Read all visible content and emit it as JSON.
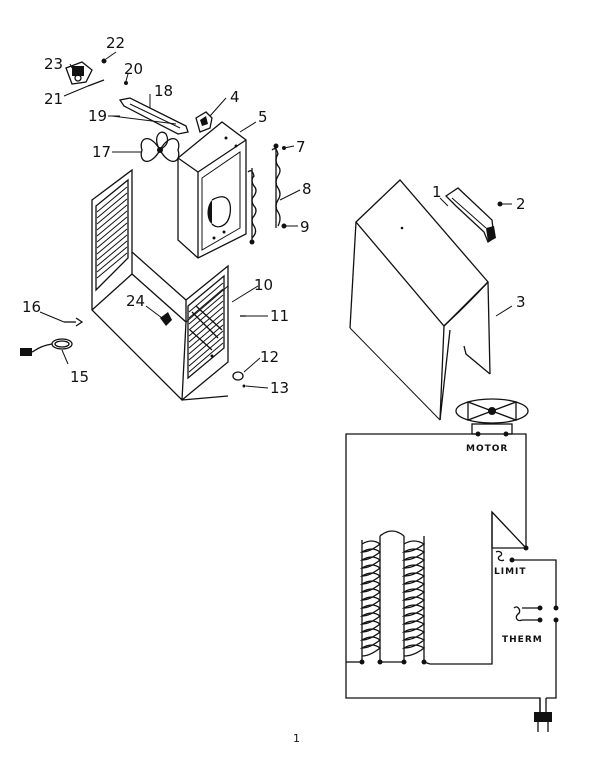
{
  "callouts": {
    "c1": "1",
    "c2": "2",
    "c3": "3",
    "c4": "4",
    "c5": "5",
    "c7": "7",
    "c8": "8",
    "c9": "9",
    "c10": "10",
    "c11": "11",
    "c12": "12",
    "c13": "13",
    "c15": "15",
    "c16": "16",
    "c17": "17",
    "c18": "18",
    "c19": "19",
    "c20": "20",
    "c21": "21",
    "c22": "22",
    "c23": "23",
    "c24": "24"
  },
  "wiring": {
    "motor_label": "MOTOR",
    "limit_label": "LIMIT",
    "therm_label": "THERM"
  },
  "footer": {
    "mark": "1"
  }
}
